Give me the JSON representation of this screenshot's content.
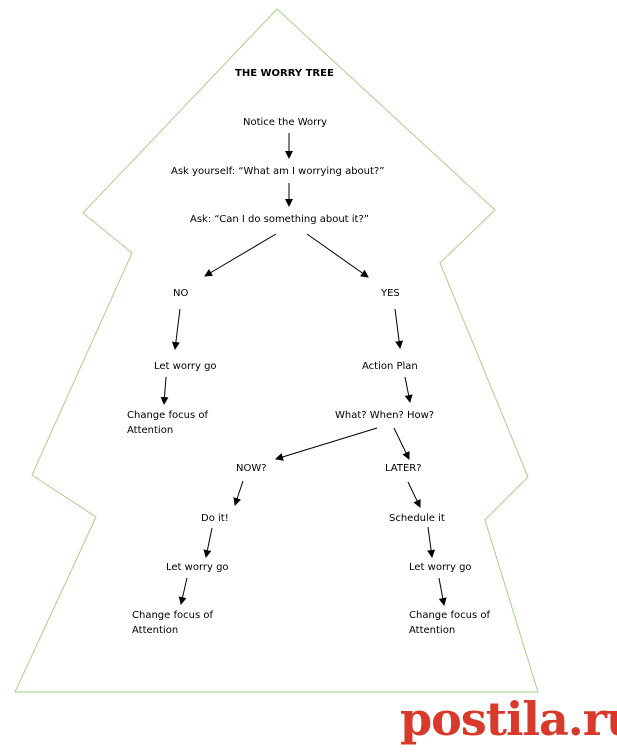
{
  "title": "THE WORRY TREE",
  "nodes": {
    "notice": "Notice the Worry",
    "ask_yourself": "Ask yourself:  “What am I worrying about?”",
    "ask_can": "Ask:  “Can I do something about it?”",
    "no": "NO",
    "yes": "YES",
    "let_go_1": "Let worry go",
    "change_focus_1": "Change focus of Attention",
    "action_plan": "Action Plan",
    "what_when_how": "What?  When?  How?",
    "now": "NOW?",
    "later": "LATER?",
    "do_it": "Do it!",
    "schedule_it": "Schedule it",
    "let_go_2": "Let worry go",
    "let_go_3": "Let worry go",
    "change_focus_2": "Change focus of Attention",
    "change_focus_3": "Change focus of Attention"
  },
  "watermark": "postila.ru",
  "colors": {
    "outline": "#a8d08d",
    "text": "#000000",
    "watermark": "#d9392b"
  }
}
